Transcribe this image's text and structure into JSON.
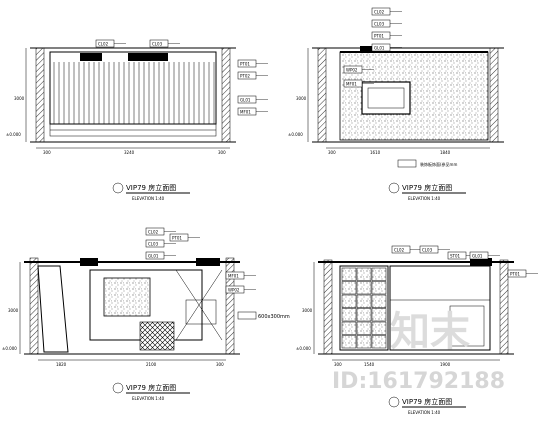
{
  "drawings": [
    {
      "title": "VIP79 房立面图",
      "scale": "ELEVATION 1:40",
      "dims": {
        "left": "300",
        "mid": "3240",
        "right": "300",
        "height": "3000",
        "base": "±0.000"
      },
      "tags": [
        "CL02",
        "CL03",
        "PT01",
        "PT02",
        "GL01",
        "MF01"
      ]
    },
    {
      "title": "VIP79 房立面图",
      "scale": "ELEVATION 1:40",
      "dims": {
        "left": "300",
        "mid": "1610",
        "right": "1840",
        "height": "3000",
        "base": "±0.000"
      },
      "tags": [
        "CL02",
        "CL03",
        "PT01",
        "GL01",
        "WP02",
        "MF01"
      ],
      "note": "装饰板饰面(参见mm"
    },
    {
      "title": "VIP79 房立面图",
      "scale": "ELEVATION 1:40",
      "dims": {
        "left": "1820",
        "mid": "2100",
        "right": "300",
        "height": "3000",
        "base": "±0.000"
      },
      "tags": [
        "CL02",
        "CL03",
        "PT01",
        "GL01",
        "MF01",
        "WP02"
      ],
      "note": "600x300mm"
    },
    {
      "title": "VIP79 房立面图",
      "scale": "ELEVATION 1:40",
      "dims": {
        "left": "300",
        "mid": "1540",
        "right": "1900",
        "height": "3000",
        "base": "±0.000"
      },
      "tags": [
        "CL02",
        "CL03",
        "ST01",
        "GL01",
        "PT01"
      ]
    }
  ],
  "watermark": {
    "logo": "知末",
    "id_text": "ID:161792188"
  }
}
